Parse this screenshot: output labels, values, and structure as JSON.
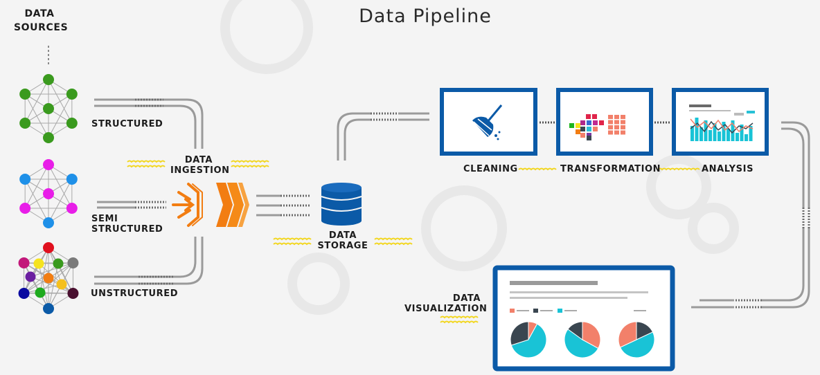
{
  "title": "Data Pipeline",
  "sources": {
    "heading_line1": "DATA",
    "heading_line2": "SOURCES",
    "structured": "STRUCTURED",
    "semi_line1": "SEMI",
    "semi_line2": "STRUCTURED",
    "unstructured": "UNSTRUCTURED"
  },
  "ingestion": {
    "line1": "DATA",
    "line2": "INGESTION"
  },
  "storage": {
    "line1": "DATA",
    "line2": "STORAGE"
  },
  "processing": {
    "cleaning": "CLEANING",
    "transformation": "TRANSFORMATION",
    "analysis": "ANALYSIS"
  },
  "visualization": {
    "line1": "DATA",
    "line2": "VISUALIZATION"
  },
  "colors": {
    "structured_nodes": "#3a9a1e",
    "semi_nodes_magenta": "#e81ee8",
    "semi_nodes_blue": "#1e90e8",
    "accent_blue": "#0b5aa7",
    "ingestion_orange": "#f27d12",
    "wave_yellow": "#f2d61e",
    "pie_cyan": "#19c3d6",
    "pie_salmon": "#f2806a",
    "pie_dark": "#3a4650"
  },
  "icons": [
    "network-graph-icon",
    "funnel-arrows-icon",
    "chevron-stack-icon",
    "database-icon",
    "broom-icon",
    "pixel-grid-icon",
    "bar-line-chart-icon",
    "pie-chart-dashboard-icon"
  ]
}
